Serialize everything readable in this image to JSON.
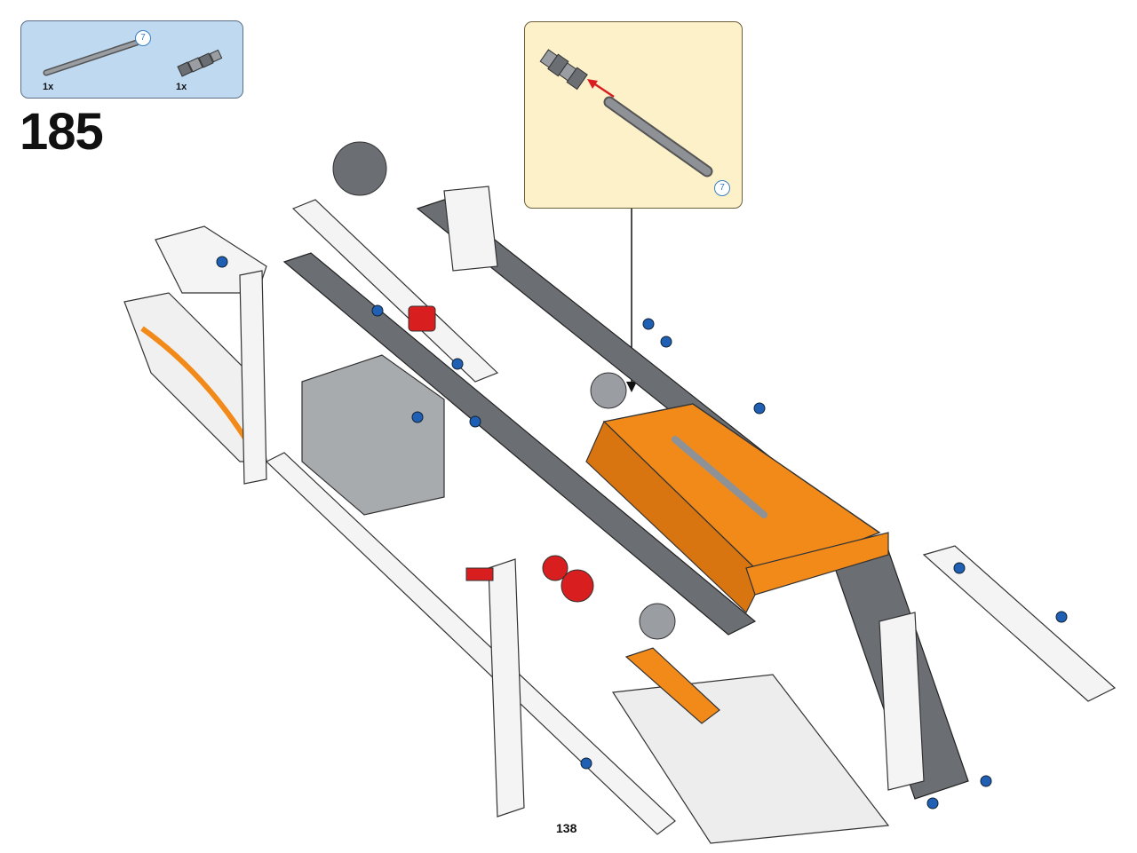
{
  "parts_list": {
    "items": [
      {
        "name": "axle",
        "length_badge": "7",
        "quantity": "1x"
      },
      {
        "name": "connector",
        "quantity": "1x"
      }
    ]
  },
  "step": {
    "number": "185"
  },
  "callout": {
    "axle_length_badge": "7"
  },
  "page": {
    "number": "138"
  },
  "colors": {
    "parts_box_bg": "#bfd9f1",
    "callout_bg": "#fdf1ca",
    "orange": "#f28a1a",
    "dark_gray": "#6b6f73",
    "white_beam": "#f4f4f4",
    "blue_pin": "#1f5fb4",
    "red": "#d81e1e"
  }
}
